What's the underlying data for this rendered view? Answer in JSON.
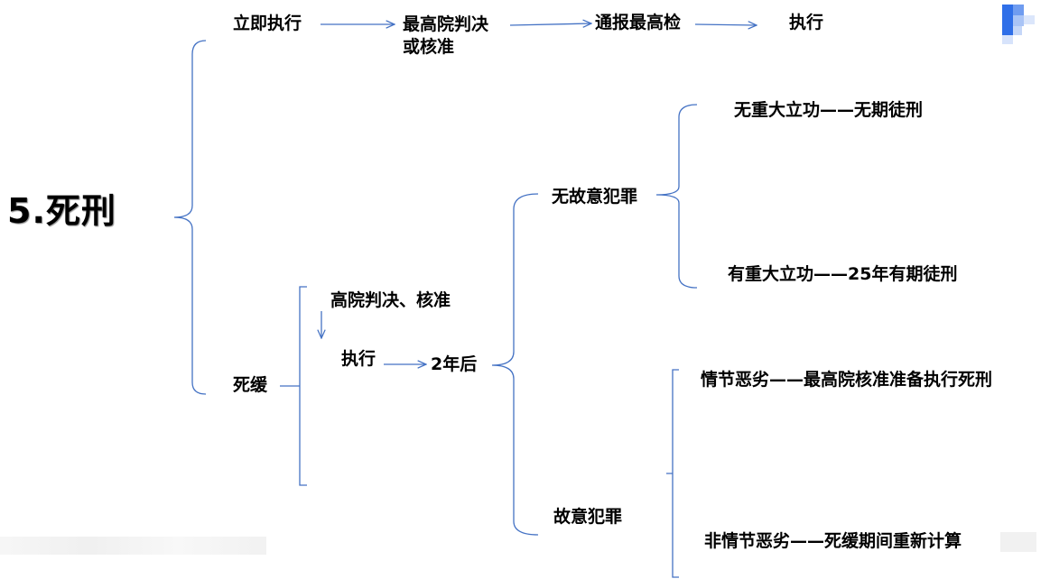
{
  "title": "5.死刑",
  "immediate": {
    "label": "立即执行",
    "step1_line1": "最高院判决",
    "step1_line2": "或核准",
    "step2": "通报最高检",
    "step3": "执行"
  },
  "suspended": {
    "label": "死缓",
    "approve": "高院判决、核准",
    "execute": "执行",
    "after": "2年后",
    "no_intent": {
      "label": "无故意犯罪",
      "no_merit": "无重大立功——无期徒刑",
      "merit": "有重大立功——25年有期徒刑"
    },
    "intent": {
      "label": "故意犯罪",
      "severe": "情节恶劣——最高院核准准备执行死刑",
      "not_severe": "非情节恶劣——死缓期间重新计算"
    }
  },
  "colors": {
    "line": "#4472C4",
    "text": "#000000"
  }
}
